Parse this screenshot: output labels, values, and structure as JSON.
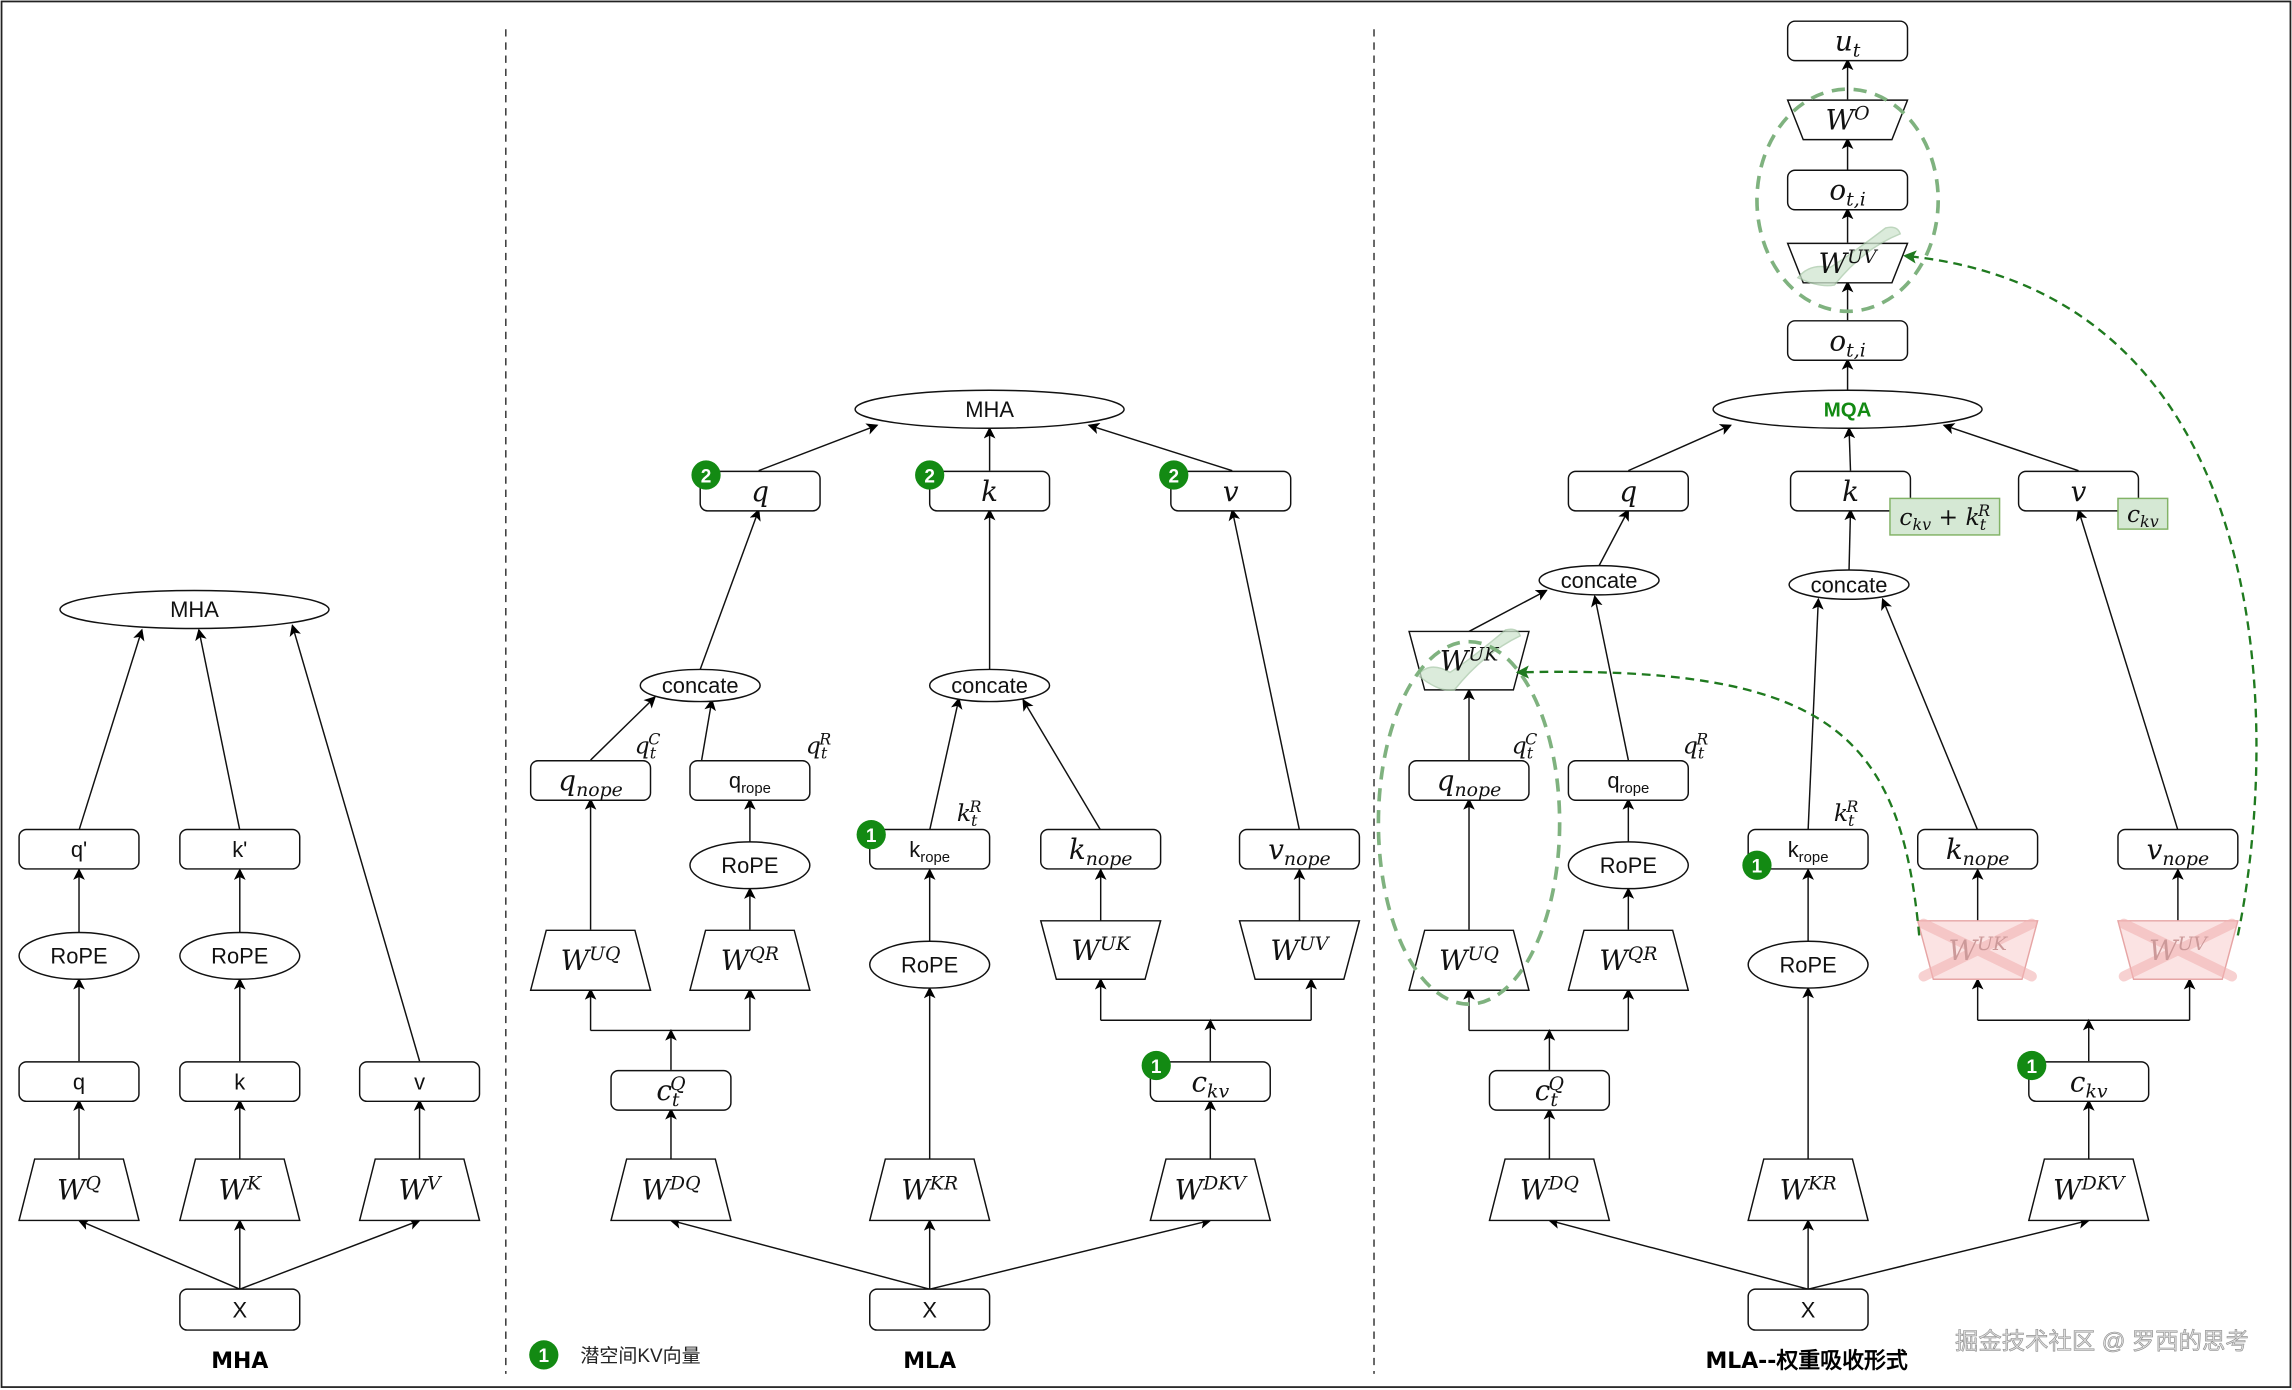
{
  "captions": {
    "mha": "MHA",
    "mla": "MLA",
    "absorb": "MLA--权重吸收形式"
  },
  "legend": {
    "badge": "1",
    "text": "潜空间KV向量"
  },
  "watermark": "掘金技术社区 @ 罗西的思考",
  "badges": {
    "one": "1",
    "two": "2"
  },
  "colors": {
    "badge": "#138a13",
    "highlight_fill": "#d5e8d4",
    "highlight_stroke": "#82b366",
    "dashed_green": "#2e7d32",
    "ellipse_green": "#7fb27f",
    "cross_fill": "#f9d9d9",
    "cross_stroke": "#e79b9b",
    "mqa_text": "#138a13"
  },
  "nodes": {
    "mha_mha": [
      [
        "MHA",
        ""
      ]
    ],
    "mha_qp": [
      [
        "q'",
        ""
      ]
    ],
    "mha_kp": [
      [
        "k'",
        ""
      ]
    ],
    "mha_rope1": [
      [
        "RoPE",
        ""
      ]
    ],
    "mha_rope2": [
      [
        "RoPE",
        ""
      ]
    ],
    "mha_q": [
      [
        "q",
        ""
      ]
    ],
    "mha_k": [
      [
        "k",
        ""
      ]
    ],
    "mha_v": [
      [
        "v",
        ""
      ]
    ],
    "mha_wq": [
      [
        "W",
        ""
      ],
      [
        "Q",
        "sup"
      ]
    ],
    "mha_wk": [
      [
        "W",
        ""
      ],
      [
        "K",
        "sup"
      ]
    ],
    "mha_wv": [
      [
        "W",
        ""
      ],
      [
        "V",
        "sup"
      ]
    ],
    "mha_x": [
      [
        "X",
        ""
      ]
    ],
    "mla_mha": [
      [
        "MHA",
        ""
      ]
    ],
    "mla_q": [
      [
        "q",
        ""
      ]
    ],
    "mla_k": [
      [
        "k",
        ""
      ]
    ],
    "mla_v": [
      [
        "v",
        ""
      ]
    ],
    "mla_concat1": [
      [
        "concate",
        ""
      ]
    ],
    "mla_concat2": [
      [
        "concate",
        ""
      ]
    ],
    "mla_qnope": [
      [
        "q",
        ""
      ],
      [
        "nope",
        "sub"
      ]
    ],
    "mla_qrope": [
      [
        "q",
        ""
      ],
      [
        "rope",
        "sub"
      ]
    ],
    "mla_krope": [
      [
        "k",
        ""
      ],
      [
        "rope",
        "sub"
      ]
    ],
    "mla_knope": [
      [
        "k",
        ""
      ],
      [
        "nope",
        "sub"
      ]
    ],
    "mla_vnope": [
      [
        "v",
        ""
      ],
      [
        "nope",
        "sub"
      ]
    ],
    "mla_rope1": [
      [
        "RoPE",
        ""
      ]
    ],
    "mla_rope2": [
      [
        "RoPE",
        ""
      ]
    ],
    "mla_wuq": [
      [
        "W",
        ""
      ],
      [
        "UQ",
        "sup"
      ]
    ],
    "mla_wqr": [
      [
        "W",
        ""
      ],
      [
        "QR",
        "sup"
      ]
    ],
    "mla_wuk": [
      [
        "W",
        ""
      ],
      [
        "UK",
        "sup"
      ]
    ],
    "mla_wuv": [
      [
        "W",
        ""
      ],
      [
        "UV",
        "sup"
      ]
    ],
    "mla_cq": [
      [
        "c",
        ""
      ],
      [
        "t",
        "sub"
      ],
      [
        "Q",
        "sup"
      ]
    ],
    "mla_ckv": [
      [
        "c",
        ""
      ],
      [
        "kv",
        "sub"
      ]
    ],
    "mla_wdq": [
      [
        "W",
        ""
      ],
      [
        "DQ",
        "sup"
      ]
    ],
    "mla_wkr": [
      [
        "W",
        ""
      ],
      [
        "KR",
        "sup"
      ]
    ],
    "mla_wdkv": [
      [
        "W",
        ""
      ],
      [
        "DKV",
        "sup"
      ]
    ],
    "mla_x": [
      [
        "X",
        ""
      ]
    ],
    "mla_qtc": [
      [
        "q",
        ""
      ],
      [
        "t",
        "sub"
      ],
      [
        "C",
        "sup"
      ]
    ],
    "mla_qtr": [
      [
        "q",
        ""
      ],
      [
        "t",
        "sub"
      ],
      [
        "R",
        "sup"
      ]
    ],
    "mla_ktr": [
      [
        "k",
        ""
      ],
      [
        "t",
        "sub"
      ],
      [
        "R",
        "sup"
      ]
    ],
    "abs_ut": [
      [
        "u",
        ""
      ],
      [
        "t",
        "sub"
      ]
    ],
    "abs_wo": [
      [
        "W",
        ""
      ],
      [
        "O",
        "sup"
      ]
    ],
    "abs_o1": [
      [
        "o",
        ""
      ],
      [
        "t,i",
        "sub"
      ]
    ],
    "abs_wuvtop": [
      [
        "W",
        ""
      ],
      [
        "UV",
        "sup"
      ]
    ],
    "abs_o2": [
      [
        "o",
        ""
      ],
      [
        "t,i",
        "sub"
      ]
    ],
    "abs_mqa": [
      [
        "MQA",
        ""
      ]
    ],
    "abs_q": [
      [
        "q",
        ""
      ]
    ],
    "abs_k": [
      [
        "k",
        ""
      ]
    ],
    "abs_v": [
      [
        "v",
        ""
      ]
    ],
    "abs_tagk": [
      [
        "c",
        ""
      ],
      [
        "kv",
        "sub"
      ],
      [
        " + k",
        ""
      ],
      [
        "t",
        "sub"
      ],
      [
        "R",
        "sup"
      ]
    ],
    "abs_tagv": [
      [
        "c",
        ""
      ],
      [
        "kv",
        "sub"
      ]
    ],
    "abs_concat1": [
      [
        "concate",
        ""
      ]
    ],
    "abs_concat2": [
      [
        "concate",
        ""
      ]
    ],
    "abs_wuktop": [
      [
        "W",
        ""
      ],
      [
        "UK",
        "sup"
      ]
    ],
    "abs_qnope": [
      [
        "q",
        ""
      ],
      [
        "nope",
        "sub"
      ]
    ],
    "abs_qrope": [
      [
        "q",
        ""
      ],
      [
        "rope",
        "sub"
      ]
    ],
    "abs_krope": [
      [
        "k",
        ""
      ],
      [
        "rope",
        "sub"
      ]
    ],
    "abs_knope": [
      [
        "k",
        ""
      ],
      [
        "nope",
        "sub"
      ]
    ],
    "abs_vnope": [
      [
        "v",
        ""
      ],
      [
        "nope",
        "sub"
      ]
    ],
    "abs_rope1": [
      [
        "RoPE",
        ""
      ]
    ],
    "abs_rope2": [
      [
        "RoPE",
        ""
      ]
    ],
    "abs_wuq": [
      [
        "W",
        ""
      ],
      [
        "UQ",
        "sup"
      ]
    ],
    "abs_wqr": [
      [
        "W",
        ""
      ],
      [
        "QR",
        "sup"
      ]
    ],
    "abs_wuk": [
      [
        "W",
        ""
      ],
      [
        "UK",
        "sup"
      ]
    ],
    "abs_wuv": [
      [
        "W",
        ""
      ],
      [
        "UV",
        "sup"
      ]
    ],
    "abs_cq": [
      [
        "c",
        ""
      ],
      [
        "t",
        "sub"
      ],
      [
        "Q",
        "sup"
      ]
    ],
    "abs_ckv": [
      [
        "c",
        ""
      ],
      [
        "kv",
        "sub"
      ]
    ],
    "abs_wdq": [
      [
        "W",
        ""
      ],
      [
        "DQ",
        "sup"
      ]
    ],
    "abs_wkr": [
      [
        "W",
        ""
      ],
      [
        "KR",
        "sup"
      ]
    ],
    "abs_wdkv": [
      [
        "W",
        ""
      ],
      [
        "DKV",
        "sup"
      ]
    ],
    "abs_x": [
      [
        "X",
        ""
      ]
    ],
    "abs_qtc": [
      [
        "q",
        ""
      ],
      [
        "t",
        "sub"
      ],
      [
        "C",
        "sup"
      ]
    ],
    "abs_qtr": [
      [
        "q",
        ""
      ],
      [
        "t",
        "sub"
      ],
      [
        "R",
        "sup"
      ]
    ],
    "abs_ktr": [
      [
        "k",
        ""
      ],
      [
        "t",
        "sub"
      ],
      [
        "R",
        "sup"
      ]
    ]
  }
}
